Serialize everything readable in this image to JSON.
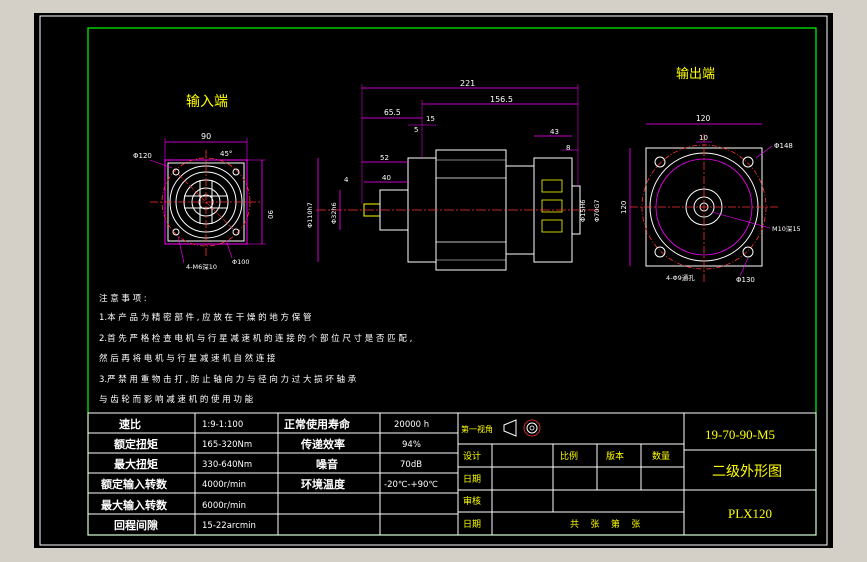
{
  "colors": {
    "window_bg": "#d4d0c8",
    "sheet_bg": "#000000",
    "frame": "#00ff00",
    "outline": "#ffffff",
    "dimension": "#ff00ff",
    "center_line": "#ff3030",
    "accent": "#ffff00"
  },
  "views": {
    "input_label": "输入端",
    "output_label": "输出端"
  },
  "dims": {
    "in_90": "90",
    "in_phi120": "Φ120",
    "in_45": "45°",
    "in_90v": "90",
    "in_holes": "4-M6深10",
    "in_phi100": "Φ100",
    "s_221": "221",
    "s_156_5": "156.5",
    "s_65_5": "65.5",
    "s_15": "15",
    "s_5": "5",
    "s_52": "52",
    "s_40": "40",
    "s_4": "4",
    "s_43": "43",
    "s_8": "8",
    "s_d1": "Φ110h7",
    "s_d2": "Φ32h6",
    "s_d3": "Φ15H6",
    "s_d4": "Φ70G7",
    "out_120": "120",
    "out_10": "10",
    "out_phi148": "Φ148",
    "out_120v": "120",
    "out_m10": "M10深15",
    "out_holes": "4-Φ9通孔",
    "out_phi130": "Φ130"
  },
  "notes": {
    "title": "注 意 事 项 :",
    "line1": "1.本 产 品 为 精 密 部 件 , 应 放 在 干 燥 的 地 方 保 管",
    "line2": "2.首 先 严 格 检 查 电 机 与 行 星 减 速 机 的 连 接 的 个 部 位 尺 寸 是 否 匹 配 ,",
    "line3": "然 后 再 将 电 机 与 行 星 减 速 机 自 然 连 接",
    "line4": "3.严 禁 用 重 物 击 打 , 防 止 轴 向 力 与 径 向 力 过 大 损 坏 轴 承",
    "line5": "与 齿 轮 而 影 响 减 速 机 的 使 用 功 能"
  },
  "specs": [
    {
      "label": "速比",
      "value": "1:9-1:100",
      "label2": "正常使用寿命",
      "value2": "20000 h"
    },
    {
      "label": "额定扭矩",
      "value": "165-320Nm",
      "label2": "传递效率",
      "value2": "94%"
    },
    {
      "label": "最大扭矩",
      "value": "330-640Nm",
      "label2": "噪音",
      "value2": "70dB"
    },
    {
      "label": "额定输入转数",
      "value": "4000r/min",
      "label2": "环境温度",
      "value2": "-20℃-+90℃"
    },
    {
      "label": "最大输入转数",
      "value": "6000r/min",
      "label2": "",
      "value2": ""
    },
    {
      "label": "回程间隙",
      "value": "15-22arcmin",
      "label2": "",
      "value2": ""
    }
  ],
  "titleblock": {
    "projection": "第一视角",
    "design": "设计",
    "scale": "比例",
    "edition": "版本",
    "quantity": "数量",
    "date1": "日期",
    "review": "审核",
    "date2": "日期",
    "sheets": "共    张    第    张",
    "drawing_no": "19-70-90-M5",
    "drawing_name": "二级外形图",
    "model": "PLX120"
  }
}
